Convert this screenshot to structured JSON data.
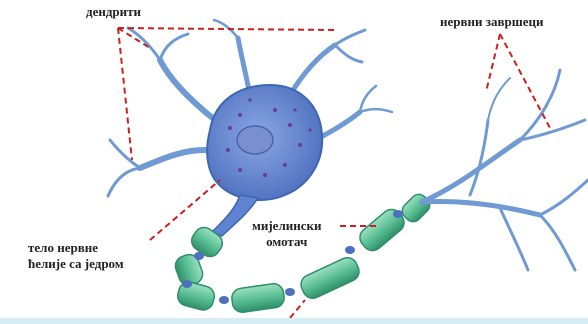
{
  "labels": {
    "dendrites": "дендрити",
    "nerve_terminals": "нервни завршеци",
    "cell_body_line1": "тело нервне",
    "cell_body_line2": "ћелије са једром",
    "myelin_line1": "мијелински",
    "myelin_line2": "омотач"
  },
  "colors": {
    "neuron_blue": "#6f9ad4",
    "neuron_dark": "#3d66b3",
    "body_fill": "#5f83d1",
    "nucleus": "#7a8fd0",
    "nissl_dots": "#6a3d9a",
    "myelin_green": "#67c7a0",
    "myelin_dark": "#2f8f6a",
    "pointer_red": "#cc1f1f"
  }
}
